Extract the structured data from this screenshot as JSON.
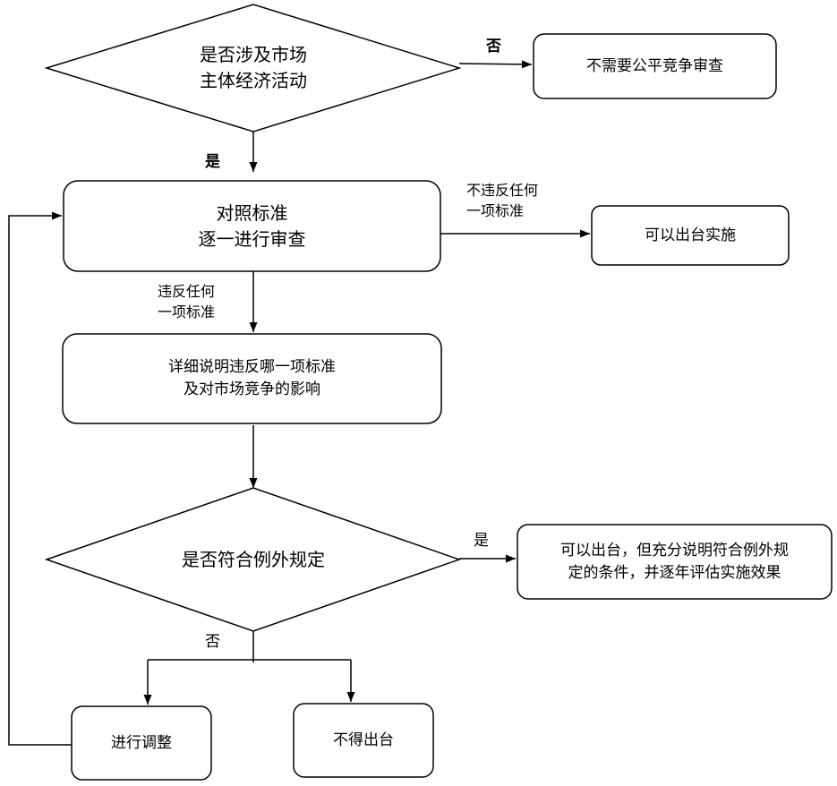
{
  "nodes": {
    "market_activity": "是否涉及市场\n主体经济活动",
    "no_review": "不需要公平竞争审查",
    "compare_review": "对照标准\n逐一进行审查",
    "can_implement": "可以出台实施",
    "explain_violation": "详细说明违反哪一项标准\n及对市场竞争的影响",
    "exception_check": "是否符合例外规定",
    "exception_yes": "可以出台，但充分说明符合例外规\n定的条件，并逐年评估实施效果",
    "adjust": "进行调整",
    "cannot_issue": "不得出台"
  },
  "edges": {
    "q1_no": "否",
    "q1_yes": "是",
    "not_violate": "不违反任何\n一项标准",
    "violate": "违反任何\n一项标准",
    "q2_yes": "是",
    "q2_no": "否"
  }
}
